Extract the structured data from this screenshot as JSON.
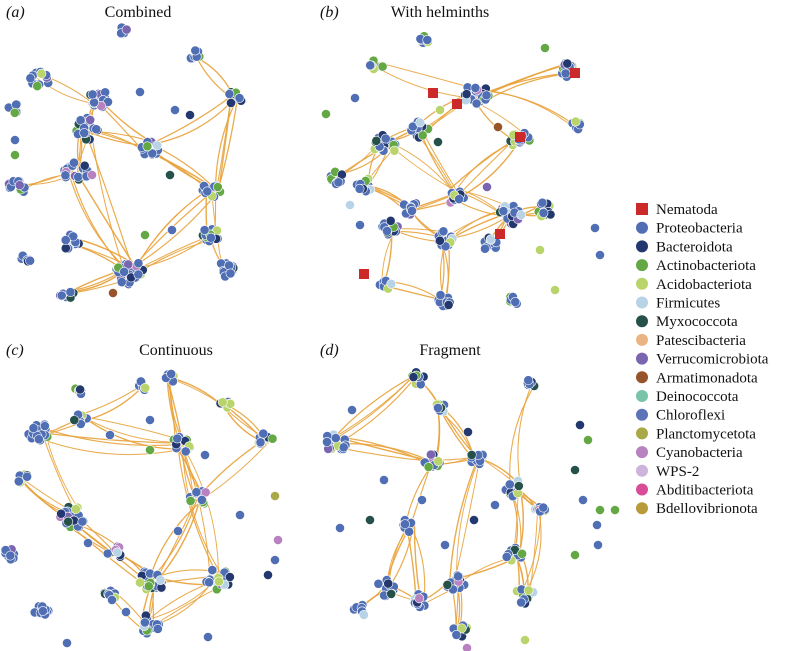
{
  "panels": [
    {
      "id": "a",
      "letter": "(a)",
      "title": "Combined"
    },
    {
      "id": "b",
      "letter": "(b)",
      "title": "With helminths"
    },
    {
      "id": "c",
      "letter": "(c)",
      "title": "Continuous"
    },
    {
      "id": "d",
      "letter": "(d)",
      "title": "Fragment"
    }
  ],
  "colors": {
    "edge": "#e8a23a",
    "node_outline": "#ffffff"
  },
  "legend": [
    {
      "label": "Nematoda",
      "color": "#cc2a2a",
      "shape": "square"
    },
    {
      "label": "Proteobacteria",
      "color": "#4f6eb3",
      "shape": "circle"
    },
    {
      "label": "Bacteroidota",
      "color": "#23386e",
      "shape": "circle"
    },
    {
      "label": "Actinobacteriota",
      "color": "#63a845",
      "shape": "circle"
    },
    {
      "label": "Acidobacteriota",
      "color": "#b8d46a",
      "shape": "circle"
    },
    {
      "label": "Firmicutes",
      "color": "#b9d3e6",
      "shape": "circle"
    },
    {
      "label": "Myxococcota",
      "color": "#26514a",
      "shape": "circle"
    },
    {
      "label": "Patescibacteria",
      "color": "#eab483",
      "shape": "circle"
    },
    {
      "label": "Verrucomicrobiota",
      "color": "#7a66b0",
      "shape": "circle"
    },
    {
      "label": "Armatimonadota",
      "color": "#97532a",
      "shape": "circle"
    },
    {
      "label": "Deinococcota",
      "color": "#79c3a8",
      "shape": "circle"
    },
    {
      "label": "Chloroflexi",
      "color": "#5c73b8",
      "shape": "circle"
    },
    {
      "label": "Planctomycetota",
      "color": "#a9a947",
      "shape": "circle"
    },
    {
      "label": "Cyanobacteria",
      "color": "#b881c0",
      "shape": "circle"
    },
    {
      "label": "WPS-2",
      "color": "#cdb4dc",
      "shape": "circle"
    },
    {
      "label": "Abditibacteriota",
      "color": "#d94c98",
      "shape": "circle"
    },
    {
      "label": "Bdellovibrionota",
      "color": "#b89a38",
      "shape": "circle"
    }
  ]
}
